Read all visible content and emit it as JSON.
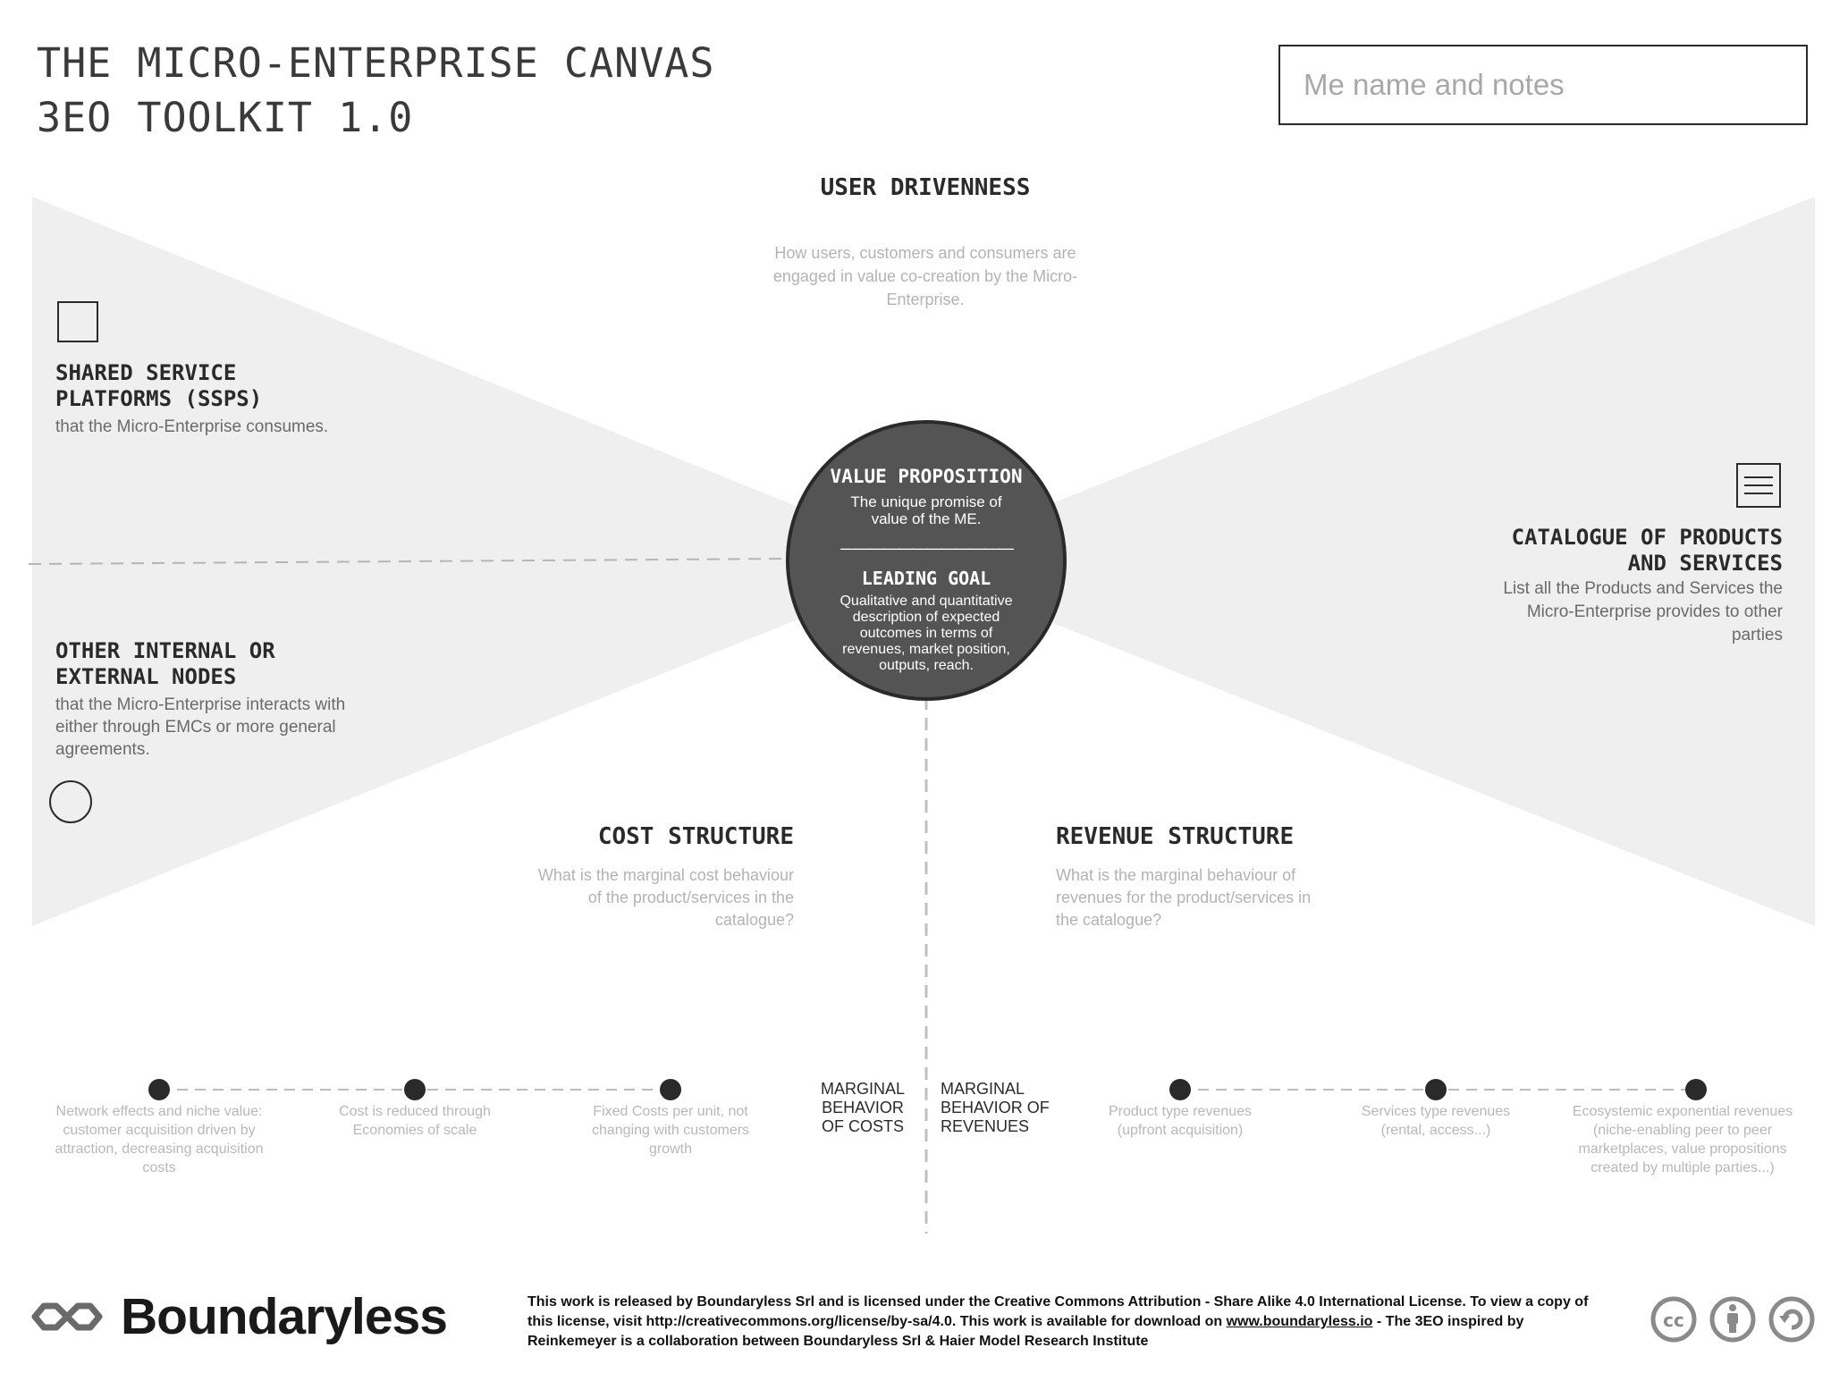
{
  "header": {
    "title_line1": "THE MICRO-ENTERPRISE CANVAS",
    "title_line2": "3EO TOOLKIT 1.0",
    "notes_placeholder": "Me name and notes"
  },
  "user_drivenness": {
    "title": "USER DRIVENNESS",
    "description": "How users, customers and consumers are engaged in value co-creation by the Micro-Enterprise."
  },
  "ssps": {
    "title_line1": "SHARED SERVICE",
    "title_line2": "PLATFORMS (SSPS)",
    "description": "that the Micro-Enterprise consumes.",
    "icon": "square-icon"
  },
  "nodes": {
    "title_line1": "OTHER INTERNAL OR",
    "title_line2": "EXTERNAL NODES",
    "description": "that the Micro-Enterprise interacts with either through EMCs or more general agreements.",
    "icon": "circle-icon"
  },
  "catalogue": {
    "title_line1": "CATALOGUE OF PRODUCTS",
    "title_line2": "AND SERVICES",
    "description": "List all the Products and Services the Micro-Enterprise provides to other parties",
    "icon": "list-document-icon"
  },
  "center": {
    "vp_title": "VALUE PROPOSITION",
    "vp_description": "The unique promise of value of the ME.",
    "divider": "————————————",
    "goal_title": "LEADING GOAL",
    "goal_description": "Qualitative and quantitative description of expected outcomes in terms of revenues, market position, outputs, reach."
  },
  "cost_structure": {
    "title": "COST STRUCTURE",
    "description": "What is the marginal cost behaviour of the product/services in the catalogue?"
  },
  "revenue_structure": {
    "title": "REVENUE STRUCTURE",
    "description": "What is the marginal behaviour of revenues for the product/services in the catalogue?"
  },
  "marginal": {
    "costs": "MARGINAL BEHAVIOR OF COSTS",
    "revenues": "MARGINAL BEHAVIOR OF REVENUES"
  },
  "cost_scale": [
    "Network effects and niche value: customer acquisition driven by attraction, decreasing acquisition costs",
    "Cost is reduced through Economies of scale",
    "Fixed Costs per unit, not changing with customers growth"
  ],
  "revenue_scale": [
    "Product type revenues (upfront acquisition)",
    "Services type revenues (rental, access...)",
    "Ecosystemic exponential revenues (niche-enabling peer to peer marketplaces, value propositions created by multiple parties...)"
  ],
  "footer": {
    "brand": "Boundaryless",
    "license_part1": "This work is released by Boundaryless Srl and is licensed under the Creative Commons Attribution - Share Alike 4.0 International License. To view a copy of this license, visit http://creativecommons.org/license/by-sa/4.0. This work is available for download on ",
    "license_link": "www.boundaryless.io",
    "license_part2": " - The 3EO inspired by Reinkemeyer is a collaboration between Boundaryless Srl & Haier Model Research Institute",
    "cc_icons": [
      "cc-icon",
      "by-attribution-icon",
      "sharealike-icon"
    ]
  },
  "colors": {
    "panel": "#efefef",
    "circle": "#545454",
    "ink": "#2a2a2a",
    "faint_text": "#b3b3b3"
  }
}
